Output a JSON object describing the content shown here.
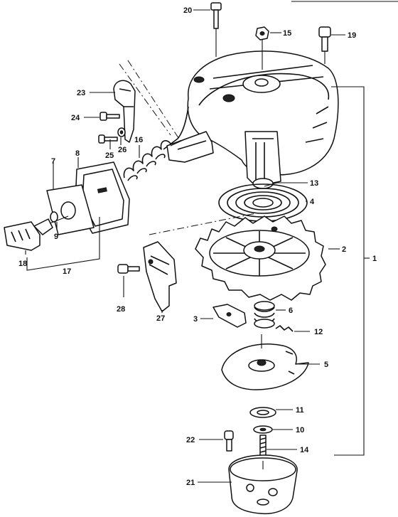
{
  "labels": [
    "1",
    "2",
    "3",
    "4",
    "5",
    "6",
    "7",
    "8",
    "9",
    "10",
    "11",
    "12",
    "13",
    "14",
    "15",
    "16",
    "17",
    "18",
    "19",
    "20",
    "21",
    "22",
    "23",
    "24",
    "25",
    "26",
    "27",
    "28"
  ]
}
